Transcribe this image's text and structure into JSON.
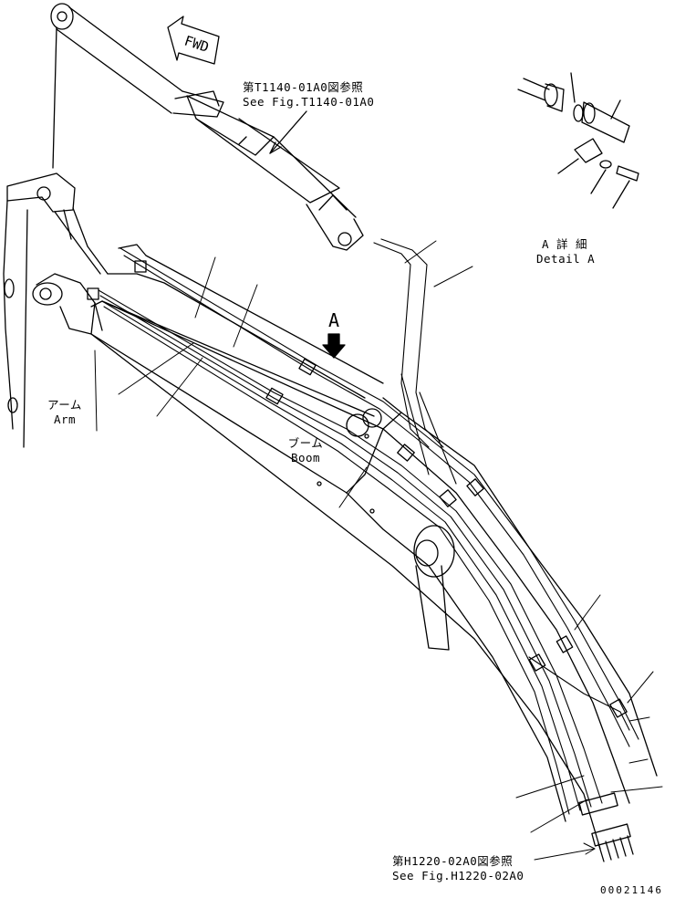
{
  "fwd_label": "FWD",
  "arrow_a_label": "A",
  "ref_top": {
    "jp": "第T1140-01A0図参照",
    "en": "See Fig.T1140-01A0"
  },
  "ref_bottom": {
    "jp": "第H1220-02A0図参照",
    "en": "See Fig.H1220-02A0"
  },
  "detail": {
    "jp": "A 詳 細",
    "en": "Detail A"
  },
  "arm": {
    "jp": "アーム",
    "en": "Arm"
  },
  "boom": {
    "jp": "ブーム",
    "en": "Boom"
  },
  "drawing_number": "00021146"
}
